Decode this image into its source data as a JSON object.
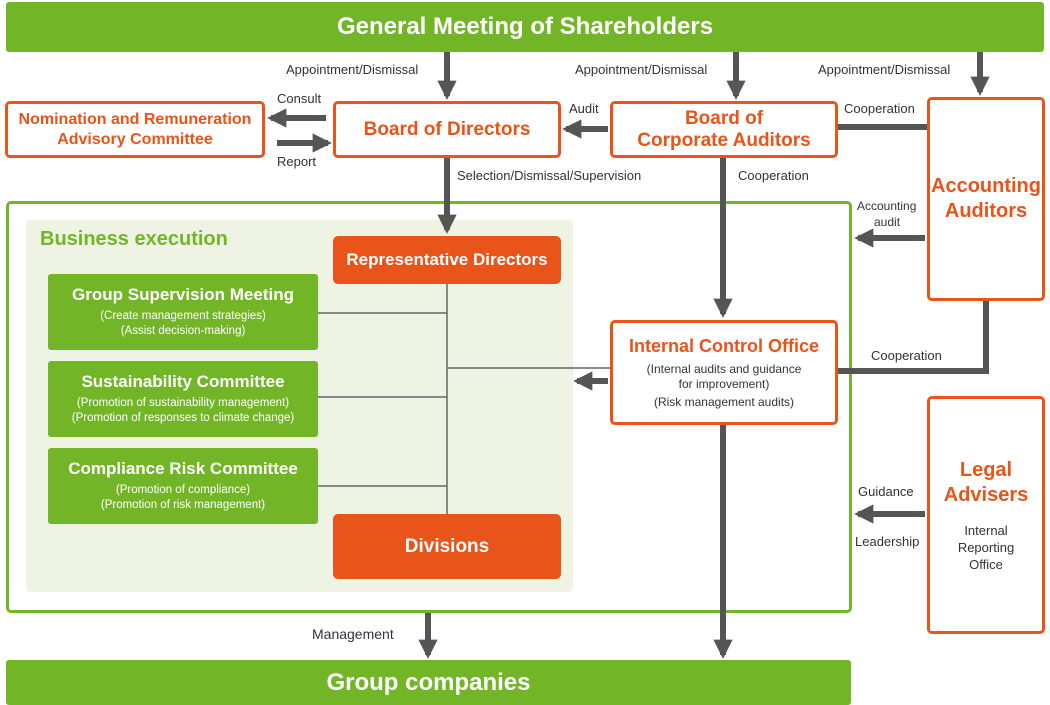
{
  "colors": {
    "green": "#72b628",
    "orange": "#e8541a",
    "light_green": "#eef3e4",
    "arrow": "#555555"
  },
  "title_top": "General Meeting of Shareholders",
  "title_bottom": "Group companies",
  "nomination": {
    "line1": "Nomination and Remuneration",
    "line2": "Advisory Committee"
  },
  "board_directors": "Board of Directors",
  "board_auditors": {
    "line1": "Board of",
    "line2": "Corporate Auditors"
  },
  "accounting_auditors": {
    "line1": "Accounting",
    "line2": "Auditors"
  },
  "business_execution": "Business execution",
  "representative_directors": "Representative Directors",
  "divisions": "Divisions",
  "committees": [
    {
      "title": "Group Supervision Meeting",
      "sub1": "(Create management strategies)",
      "sub2": "(Assist decision-making)"
    },
    {
      "title": "Sustainability Committee",
      "sub1": "(Promotion of sustainability management)",
      "sub2": "(Promotion of responses to climate change)"
    },
    {
      "title": "Compliance Risk Committee",
      "sub1": "(Promotion of compliance)",
      "sub2": "(Promotion of risk management)"
    }
  ],
  "internal_control": {
    "title": "Internal Control Office",
    "sub1": "(Internal audits and guidance",
    "sub2": "for improvement)",
    "sub3": "(Risk management audits)"
  },
  "legal": {
    "line1": "Legal",
    "line2": "Advisers",
    "sub1": "Internal",
    "sub2": "Reporting",
    "sub3": "Office"
  },
  "labels": {
    "appointment_1": "Appointment/Dismissal",
    "appointment_2": "Appointment/Dismissal",
    "appointment_3": "Appointment/Dismissal",
    "consult": "Consult",
    "report": "Report",
    "audit": "Audit",
    "cooperation_top": "Cooperation",
    "selection": "Selection/Dismissal/Supervision",
    "cooperation_mid": "Cooperation",
    "accounting_audit_1": "Accounting",
    "accounting_audit_2": "audit",
    "cooperation_lower": "Cooperation",
    "guidance": "Guidance",
    "leadership": "Leadership",
    "management": "Management"
  }
}
